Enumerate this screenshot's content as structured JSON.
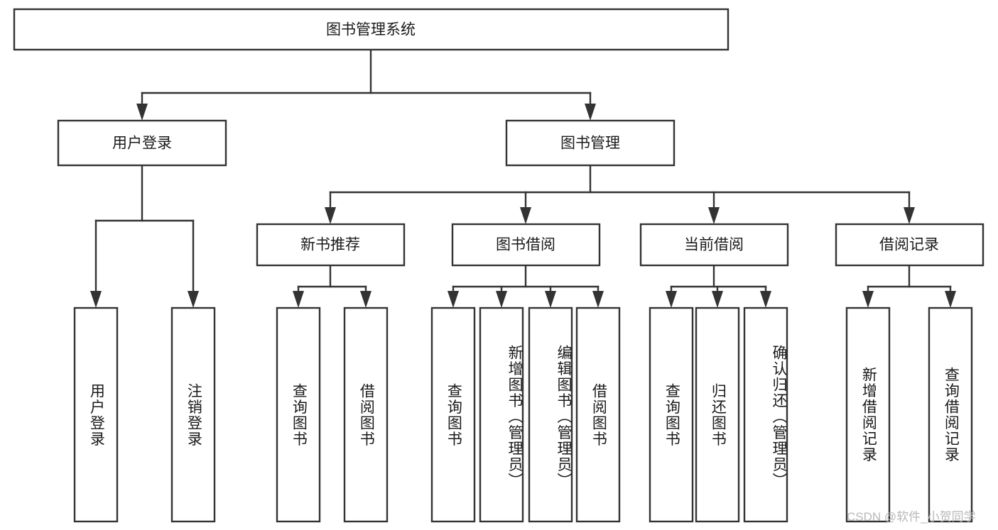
{
  "diagram": {
    "title": "图书管理系统",
    "type": "tree",
    "watermark": "CSDN @软件_小贺同学",
    "colors": {
      "stroke": "#333333",
      "fill": "#ffffff",
      "text": "#1a1a1a",
      "watermark": "#b8b8b8"
    },
    "levels": {
      "root": {
        "label": "图书管理系统"
      },
      "level2": [
        {
          "id": "user-login",
          "label": "用户登录"
        },
        {
          "id": "book-management",
          "label": "图书管理"
        }
      ],
      "level3": [
        {
          "id": "new-book-recommend",
          "label": "新书推荐",
          "parent": "book-management"
        },
        {
          "id": "book-borrow",
          "label": "图书借阅",
          "parent": "book-management"
        },
        {
          "id": "current-borrow",
          "label": "当前借阅",
          "parent": "book-management"
        },
        {
          "id": "borrow-record",
          "label": "借阅记录",
          "parent": "book-management"
        }
      ],
      "leaves": [
        {
          "id": "leaf-user-login",
          "label": "用户登录",
          "parent": "user-login"
        },
        {
          "id": "leaf-user-logout",
          "label": "注销登录",
          "parent": "user-login"
        },
        {
          "id": "leaf-query-book-1",
          "label": "查询图书",
          "parent": "new-book-recommend"
        },
        {
          "id": "leaf-borrow-book-1",
          "label": "借阅图书",
          "parent": "new-book-recommend"
        },
        {
          "id": "leaf-query-book-2",
          "label": "查询图书",
          "parent": "book-borrow"
        },
        {
          "id": "leaf-add-book",
          "label": "新增图书（管理员）",
          "parent": "book-borrow"
        },
        {
          "id": "leaf-edit-book",
          "label": "编辑图书（管理员）",
          "parent": "book-borrow"
        },
        {
          "id": "leaf-borrow-book-2",
          "label": "借阅图书",
          "parent": "book-borrow"
        },
        {
          "id": "leaf-query-book-3",
          "label": "查询图书",
          "parent": "current-borrow"
        },
        {
          "id": "leaf-return-book",
          "label": "归还图书",
          "parent": "current-borrow"
        },
        {
          "id": "leaf-confirm-return",
          "label": "确认归还（管理员）",
          "parent": "current-borrow"
        },
        {
          "id": "leaf-add-record",
          "label": "新增借阅记录",
          "parent": "borrow-record"
        },
        {
          "id": "leaf-query-record",
          "label": "查询借阅记录",
          "parent": "borrow-record"
        }
      ]
    }
  }
}
